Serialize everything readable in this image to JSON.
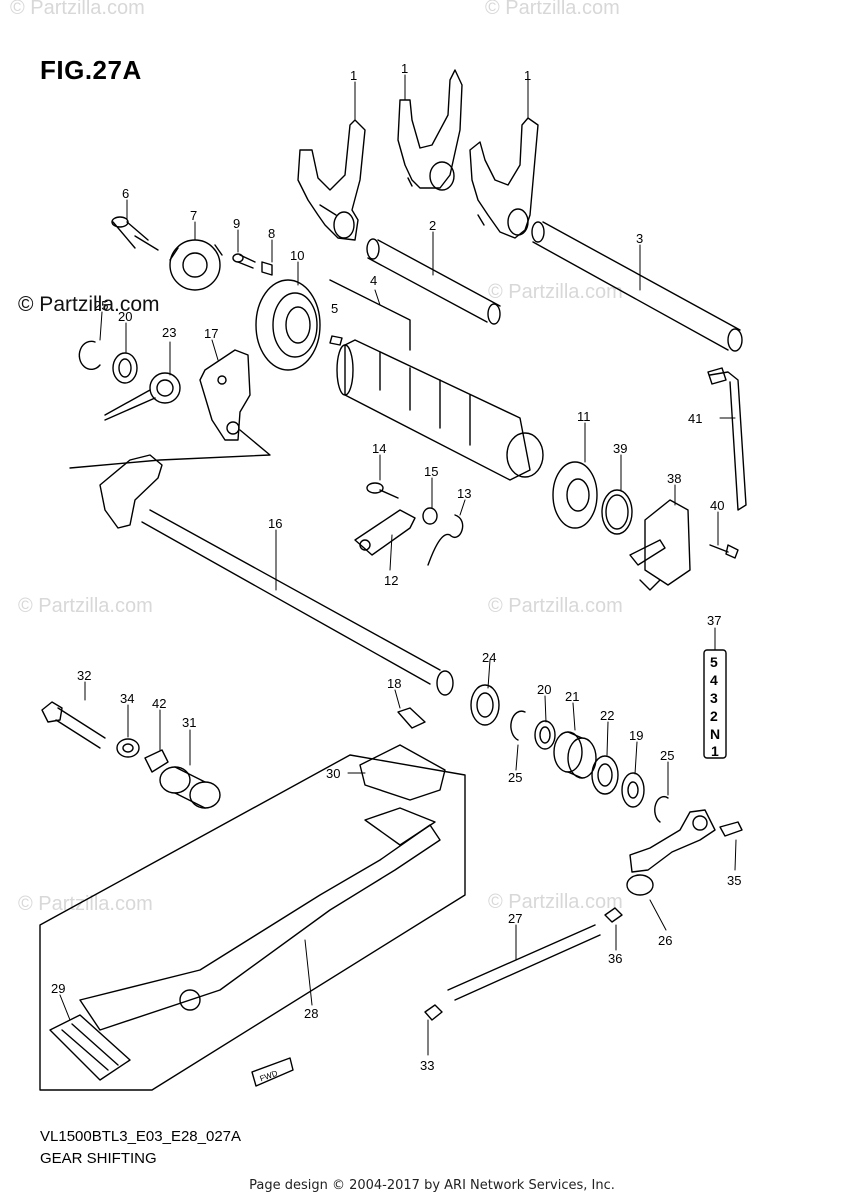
{
  "figure": {
    "title": "FIG.27A"
  },
  "watermark": {
    "main": "© Partzilla.com",
    "repeat": "© Partzilla.com"
  },
  "callouts": {
    "c1a": "1",
    "c1b": "1",
    "c1c": "1",
    "c2": "2",
    "c3": "3",
    "c4": "4",
    "c5": "5",
    "c6": "6",
    "c7": "7",
    "c8": "8",
    "c9": "9",
    "c10": "10",
    "c11": "11",
    "c12": "12",
    "c13": "13",
    "c14": "14",
    "c15": "15",
    "c16": "16",
    "c17": "17",
    "c18": "18",
    "c19": "19",
    "c20a": "20",
    "c20b": "20",
    "c21": "21",
    "c22": "22",
    "c23": "23",
    "c24": "24",
    "c25a": "25",
    "c25b": "25",
    "c25c": "25",
    "c26": "26",
    "c27": "27",
    "c28": "28",
    "c29": "29",
    "c30": "30",
    "c31": "31",
    "c32": "32",
    "c33": "33",
    "c34": "34",
    "c35": "35",
    "c36": "36",
    "c37": "37",
    "c38": "38",
    "c39": "39",
    "c40": "40",
    "c41": "41",
    "c42": "42"
  },
  "gear_indicator": [
    "5",
    "4",
    "3",
    "2",
    "N",
    "1"
  ],
  "fwd_label": "FWD",
  "caption": {
    "code": "VL1500BTL3_E03_E28_027A",
    "title": "GEAR SHIFTING"
  },
  "footer": "Page design © 2004-2017 by ARI Network Services, Inc."
}
